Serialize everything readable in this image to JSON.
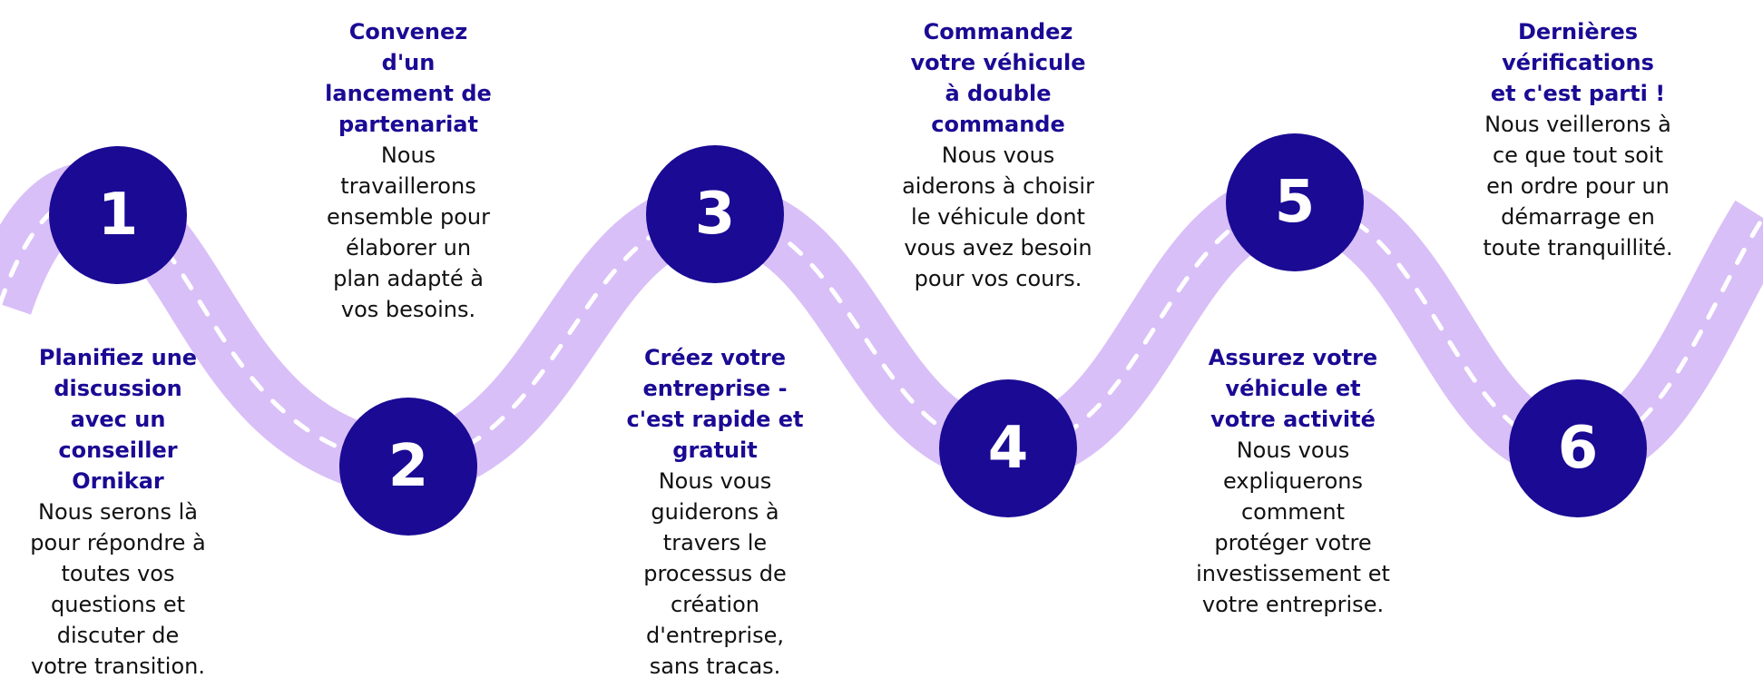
{
  "colors": {
    "road": "#d9bff7",
    "dash": "#ffffff",
    "circle": "#1a0a94",
    "title": "#1a0a94",
    "text": "#111111"
  },
  "steps": [
    {
      "number": "1",
      "title": "Planifiez une discussion avec un conseiller Ornikar",
      "text": "Nous serons là pour répondre à toutes vos questions et discuter de votre transition."
    },
    {
      "number": "2",
      "title": "Convenez d'un lancement de partenariat",
      "text": "Nous travaillerons ensemble pour élaborer un plan adapté à vos besoins."
    },
    {
      "number": "3",
      "title": "Créez votre entreprise - c'est rapide et gratuit",
      "text": "Nous vous guiderons à travers le processus de création d'entreprise, sans tracas."
    },
    {
      "number": "4",
      "title": "Commandez votre véhicule à double commande",
      "text": "Nous vous aiderons à choisir le véhicule dont vous avez besoin pour vos cours."
    },
    {
      "number": "5",
      "title": "Assurez votre véhicule et votre activité",
      "text": "Nous vous expliquerons comment protéger votre investissement et votre entreprise."
    },
    {
      "number": "6",
      "title": "Dernières vérifications et c'est parti !",
      "text": "Nous veillerons à ce que tout soit en ordre pour un démarrage en toute tranquillité."
    }
  ]
}
